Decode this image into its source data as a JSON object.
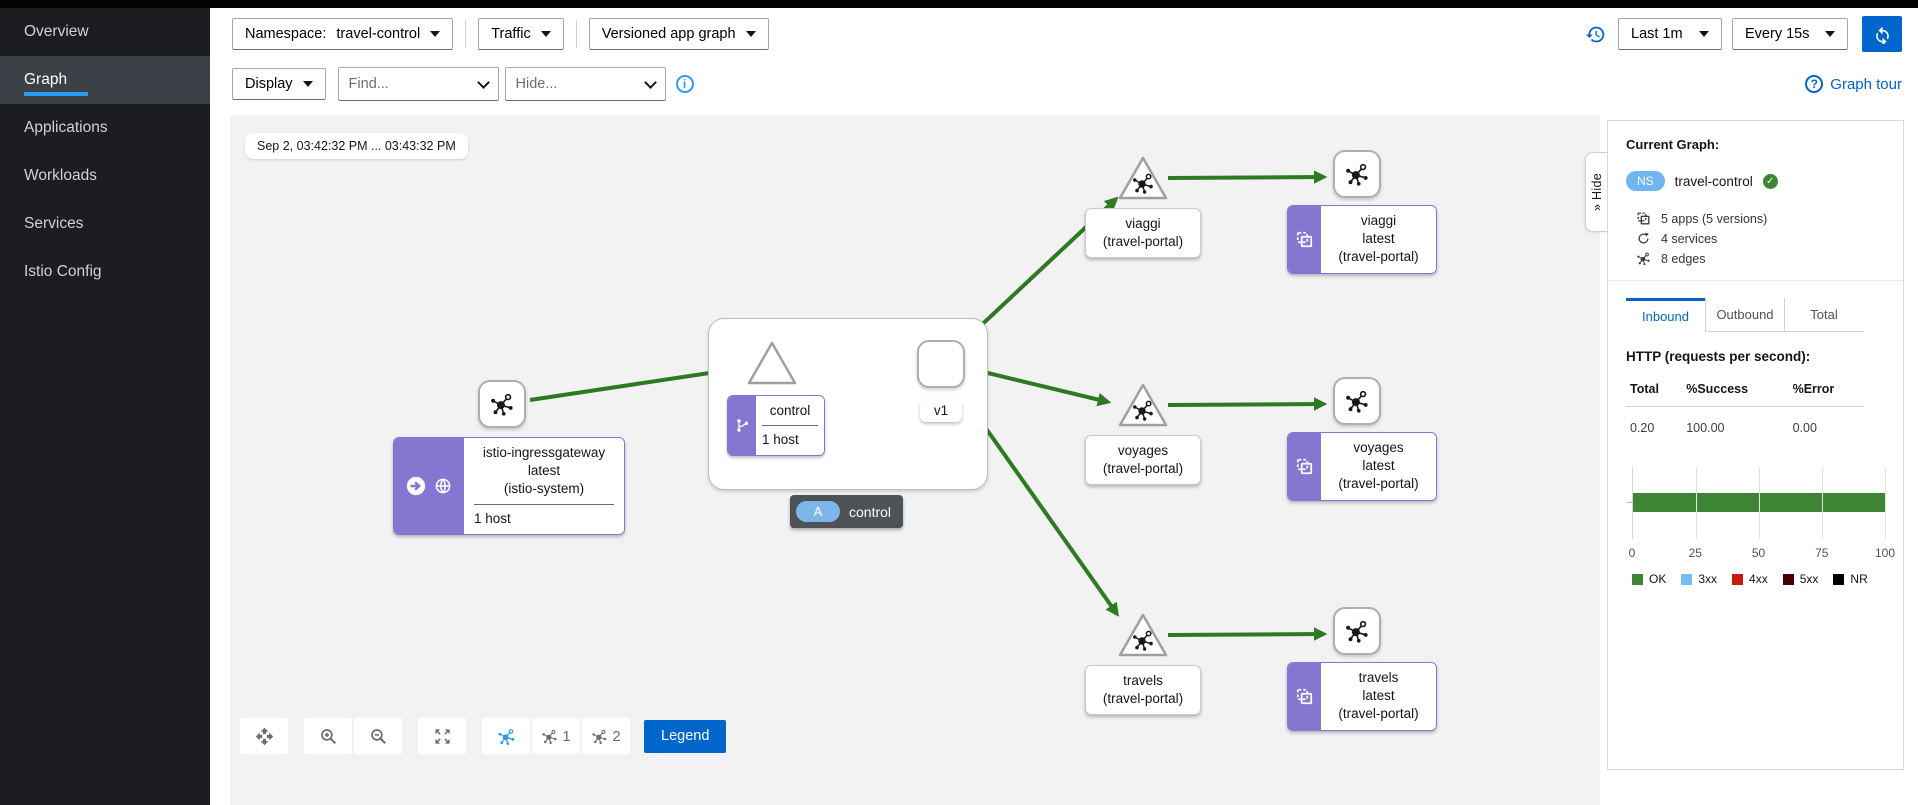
{
  "sidebar": {
    "items": [
      {
        "label": "Overview",
        "active": false
      },
      {
        "label": "Graph",
        "active": true
      },
      {
        "label": "Applications",
        "active": false
      },
      {
        "label": "Workloads",
        "active": false
      },
      {
        "label": "Services",
        "active": false
      },
      {
        "label": "Istio Config",
        "active": false
      }
    ]
  },
  "toolbar": {
    "namespace_label": "Namespace:",
    "namespace_value": "travel-control",
    "traffic_label": "Traffic",
    "graph_type_value": "Versioned app graph",
    "display_label": "Display",
    "find_placeholder": "Find...",
    "hide_placeholder": "Hide...",
    "info_icon_glyph": "i",
    "duration_value": "Last 1m",
    "refresh_interval_value": "Every 15s",
    "graph_tour_label": "Graph tour",
    "tour_icon_glyph": "?"
  },
  "graph": {
    "timestamp": "Sep 2, 03:42:32 PM ... 03:43:32 PM",
    "nodes": {
      "ingress": {
        "lines": [
          "istio-ingressgateway",
          "latest",
          "(istio-system)"
        ],
        "host": "1 host"
      },
      "control": {
        "name": "control",
        "host": "1 host",
        "version": "v1"
      },
      "control_app_badge": {
        "pill": "A",
        "label": "control"
      },
      "viaggi_svc": {
        "lines": [
          "viaggi",
          "(travel-portal)"
        ]
      },
      "viaggi_app": {
        "lines": [
          "viaggi",
          "latest",
          "(travel-portal)"
        ]
      },
      "voyages_svc": {
        "lines": [
          "voyages",
          "(travel-portal)"
        ]
      },
      "voyages_app": {
        "lines": [
          "voyages",
          "latest",
          "(travel-portal)"
        ]
      },
      "travels_svc": {
        "lines": [
          "travels",
          "(travel-portal)"
        ]
      },
      "travels_app": {
        "lines": [
          "travels",
          "latest",
          "(travel-portal)"
        ]
      }
    },
    "toolbar": {
      "graph_level1_label": "1",
      "graph_level2_label": "2",
      "legend_label": "Legend"
    },
    "edge_color": "#2d7a23"
  },
  "side_panel": {
    "hide_label": "Hide",
    "title": "Current Graph:",
    "ns_badge": "NS",
    "namespace": "travel-control",
    "stats": [
      {
        "icon": "applications-icon",
        "label": "5 apps (5 versions)"
      },
      {
        "icon": "services-icon",
        "label": "4 services"
      },
      {
        "icon": "edges-icon",
        "label": "8 edges"
      }
    ],
    "tabs": [
      {
        "label": "Inbound",
        "active": true
      },
      {
        "label": "Outbound",
        "active": false
      },
      {
        "label": "Total",
        "active": false
      }
    ],
    "http_title": "HTTP (requests per second):",
    "table": {
      "headers": [
        "Total",
        "%Success",
        "%Error"
      ],
      "rows": [
        [
          "0.20",
          "100.00",
          "0.00"
        ]
      ]
    }
  },
  "chart_data": {
    "type": "bar",
    "orientation": "horizontal",
    "title": "HTTP traffic status breakdown (%)",
    "series": [
      {
        "name": "OK",
        "value": 100,
        "color": "#3e8635"
      },
      {
        "name": "3xx",
        "value": 0,
        "color": "#73bcf7"
      },
      {
        "name": "4xx",
        "value": 0,
        "color": "#c9190b"
      },
      {
        "name": "5xx",
        "value": 0,
        "color": "#470000"
      },
      {
        "name": "NR",
        "value": 0,
        "color": "#000000"
      }
    ],
    "xlim": [
      0,
      100
    ],
    "xticks": [
      0,
      25,
      50,
      75,
      100
    ],
    "grid": true,
    "legend_position": "bottom"
  },
  "colors": {
    "accent_blue": "#0066cc",
    "nav_active_bar": "#2b9af3",
    "node_purple": "#8477d1",
    "edge_green": "#2d7a23",
    "ok_green": "#3e8635"
  }
}
